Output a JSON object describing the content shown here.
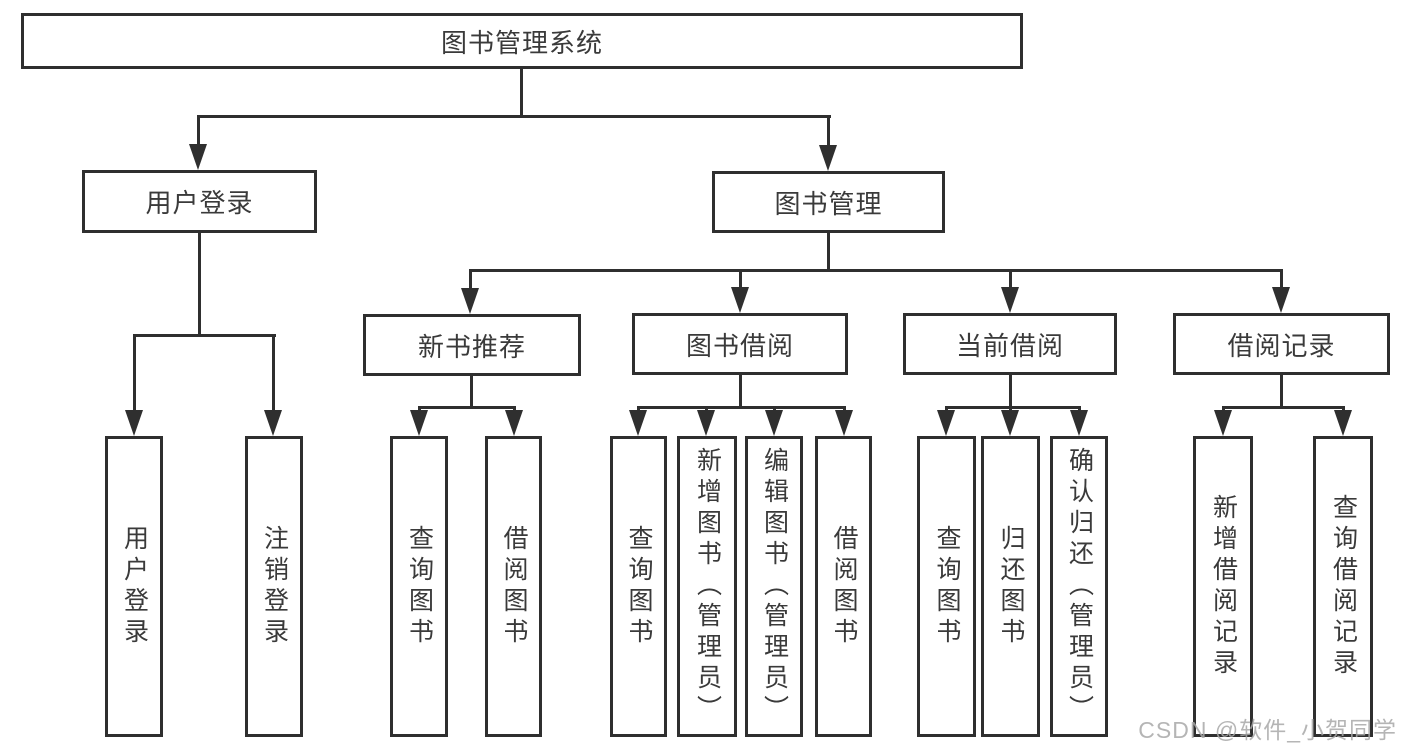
{
  "colors": {
    "line": "#2f2f2f",
    "text": "#3a3a3a",
    "background": "#ffffff",
    "watermark": "#a9a9a9"
  },
  "watermark": {
    "text": "CSDN @软件_小贺同学"
  },
  "tree": {
    "label": "图书管理系统",
    "children": [
      {
        "label": "用户登录",
        "children": [
          {
            "label": "用户登录"
          },
          {
            "label": "注销登录"
          }
        ]
      },
      {
        "label": "图书管理",
        "children": [
          {
            "label": "新书推荐",
            "children": [
              {
                "label": "查询图书"
              },
              {
                "label": "借阅图书"
              }
            ]
          },
          {
            "label": "图书借阅",
            "children": [
              {
                "label": "查询图书"
              },
              {
                "label": "新增图书（管理员）"
              },
              {
                "label": "编辑图书（管理员）"
              },
              {
                "label": "借阅图书"
              }
            ]
          },
          {
            "label": "当前借阅",
            "children": [
              {
                "label": "查询图书"
              },
              {
                "label": "归还图书"
              },
              {
                "label": "确认归还（管理员）"
              }
            ]
          },
          {
            "label": "借阅记录",
            "children": [
              {
                "label": "新增借阅记录"
              },
              {
                "label": "查询借阅记录"
              }
            ]
          }
        ]
      }
    ]
  }
}
